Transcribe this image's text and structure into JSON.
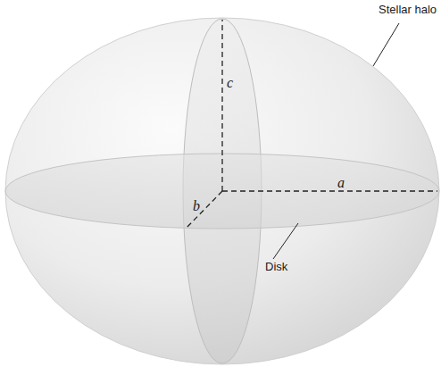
{
  "diagram": {
    "labels": [
      "Stellar halo",
      "c",
      "b",
      "a",
      "Disk"
    ]
  }
}
